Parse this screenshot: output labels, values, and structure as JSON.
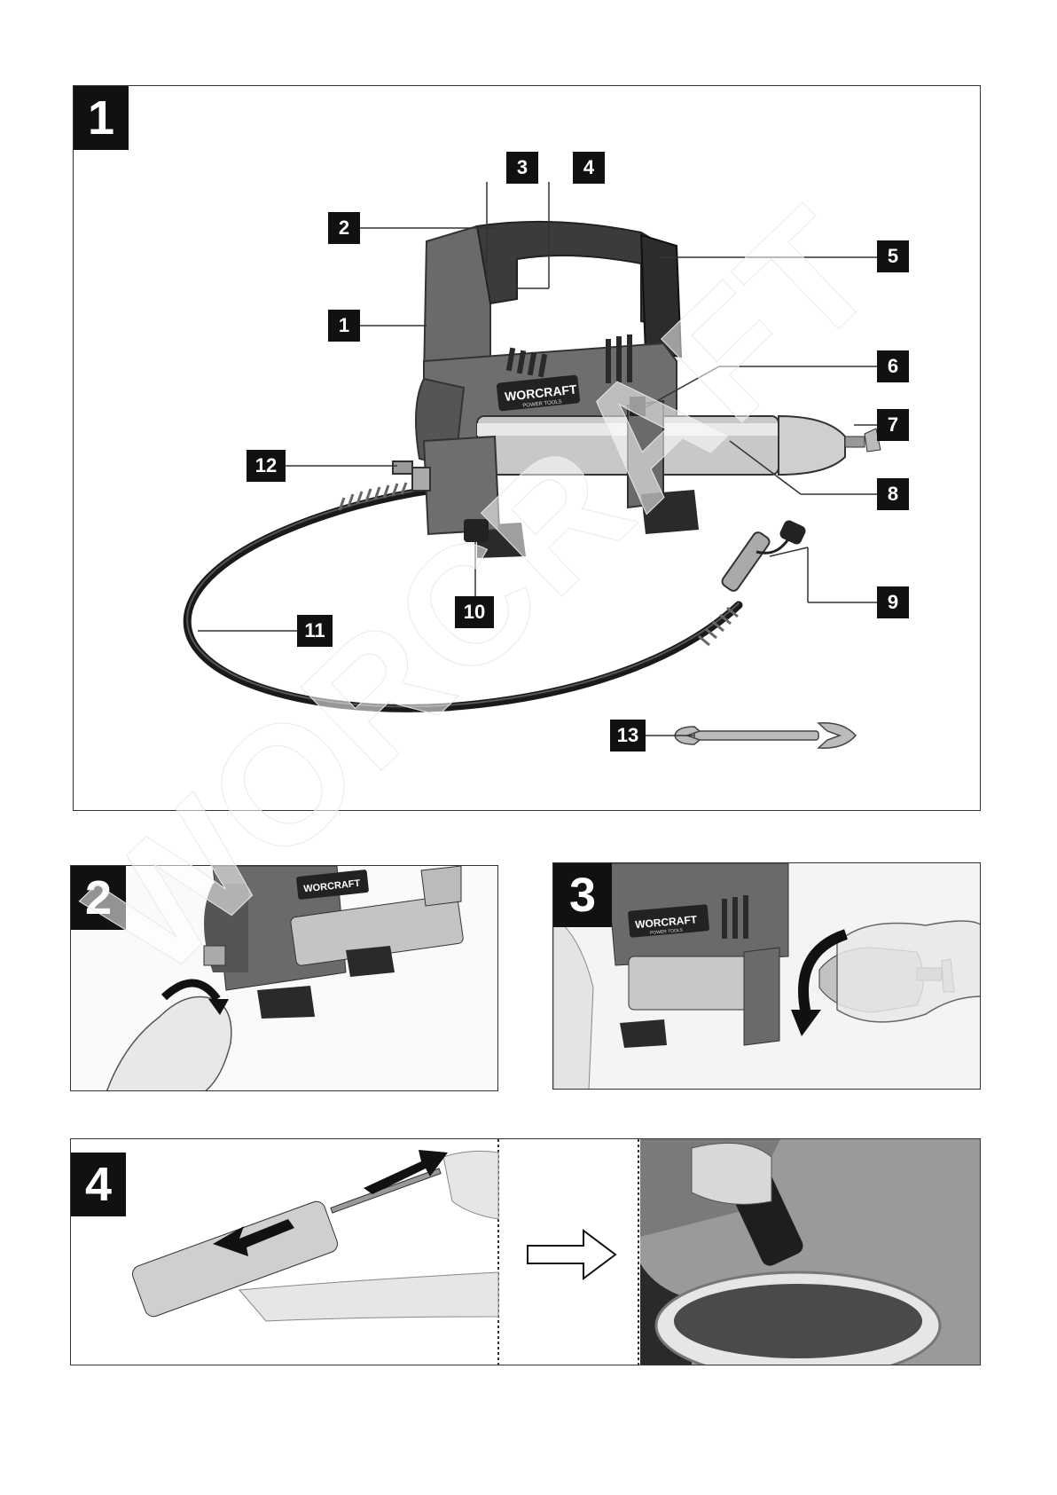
{
  "figure1": {
    "step": "1",
    "brand": "WORCRAFT",
    "brand_sub": "POWER TOOLS",
    "labels": [
      "1",
      "2",
      "3",
      "4",
      "5",
      "6",
      "7",
      "8",
      "9",
      "10",
      "11",
      "12",
      "13"
    ]
  },
  "figure2": {
    "step": "2"
  },
  "figure3": {
    "step": "3",
    "brand": "WORCRAFT",
    "brand_sub": "POWER TOOLS"
  },
  "figure4": {
    "step": "4"
  },
  "watermark": "WORCRAFT"
}
